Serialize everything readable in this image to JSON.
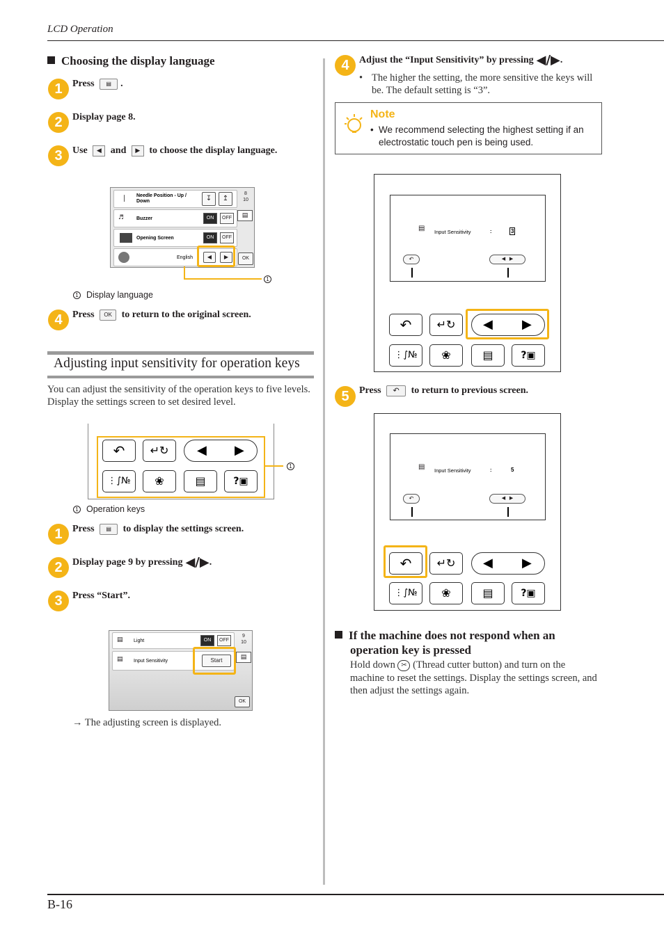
{
  "header": {
    "running_head": "LCD Operation"
  },
  "footer": {
    "page_number": "B-16"
  },
  "left": {
    "lang_section": {
      "heading": "Choosing the display language",
      "step1": {
        "num": "1",
        "pre": "Press",
        "post": "."
      },
      "step2": {
        "num": "2",
        "text": "Display page 8."
      },
      "step3": {
        "num": "3",
        "pre": "Use",
        "mid": "and",
        "post": "to choose the display language."
      },
      "screen": {
        "row1_label": "Needle Position - Up / Down",
        "row2_label": "Buzzer",
        "row3_label": "Opening Screen",
        "row4_value": "English",
        "on": "ON",
        "off": "OFF",
        "page_num": "8",
        "page_total": "10",
        "ok": "OK"
      },
      "callout_num": "1",
      "callout_caption": "Display language",
      "step4": {
        "num": "4",
        "pre": "Press",
        "key": "OK",
        "post": "to return to the original screen."
      }
    },
    "sens_section": {
      "title": "Adjusting input sensitivity for operation keys",
      "intro": "You can adjust the sensitivity of the operation keys to five levels. Display the settings screen to set desired level.",
      "callout_num": "1",
      "callout_caption": "Operation keys",
      "step1": {
        "num": "1",
        "pre": "Press",
        "post": "to display the settings screen."
      },
      "step2": {
        "num": "2",
        "pre": "Display page 9 by pressing",
        "post": "."
      },
      "step3": {
        "num": "3",
        "text": "Press “Start”."
      },
      "screen": {
        "row1_label": "Light",
        "row2_label": "Input Sensitivity",
        "start": "Start",
        "on": "ON",
        "off": "OFF",
        "page_num": "9",
        "page_total": "10",
        "ok": "OK"
      },
      "result": "The adjusting screen is displayed."
    }
  },
  "right": {
    "step4": {
      "num": "4",
      "pre": "Adjust the “Input Sensitivity” by pressing",
      "post": ".",
      "bullet": "The higher the setting, the more sensitive the keys will be. The default setting is “3”."
    },
    "note": {
      "title": "Note",
      "text": "We recommend selecting the highest setting if an electrostatic touch pen is being used."
    },
    "screen_a": {
      "label": "Input Sensitivity",
      "colon": ":",
      "value": "3"
    },
    "step5": {
      "num": "5",
      "pre": "Press",
      "post": "to return to previous screen."
    },
    "screen_b": {
      "label": "Input Sensitivity",
      "colon": ":",
      "value": "5"
    },
    "no_response": {
      "heading_line1": "If the machine does not respond when an",
      "heading_line2": "operation key is pressed",
      "text_pre": "Hold down",
      "text_post": "(Thread cutter button) and turn on the machine to reset the settings. Display the settings screen, and then adjust the settings again."
    }
  },
  "colors": {
    "accent": "#f4b417",
    "rule_gray": "#9a9a9a",
    "text": "#231f20"
  }
}
